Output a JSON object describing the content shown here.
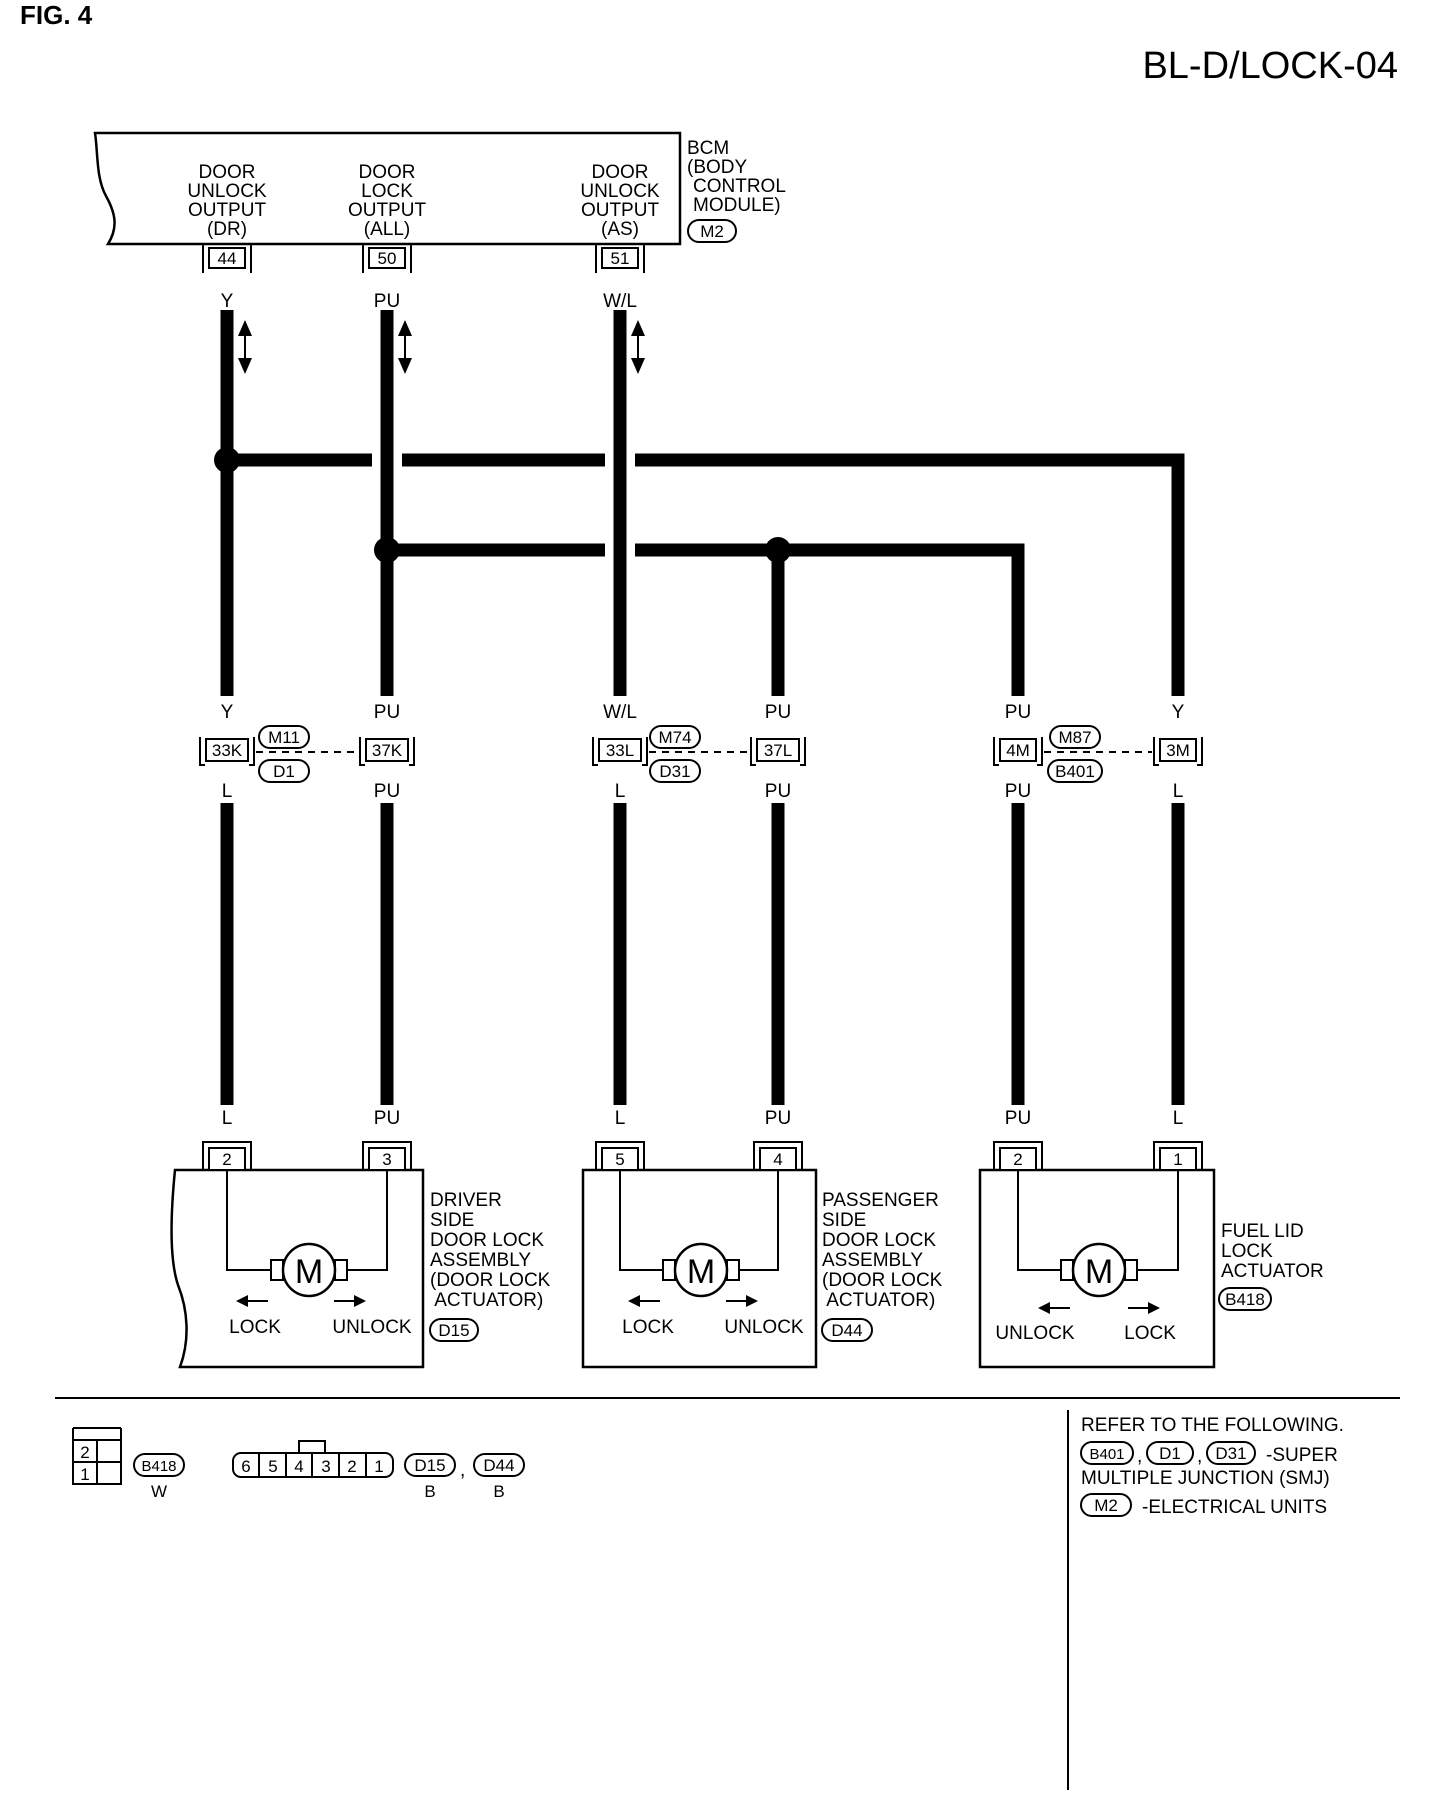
{
  "header": {
    "fig_label": "FIG. 4",
    "page_code": "BL-D/LOCK-04"
  },
  "bcm": {
    "title_lines": [
      "BCM",
      "(BODY",
      "CONTROL",
      "MODULE)"
    ],
    "connector": "M2",
    "terminals": [
      {
        "lines": [
          "DOOR",
          "UNLOCK",
          "OUTPUT",
          "(DR)"
        ],
        "pin": "44",
        "color": "Y"
      },
      {
        "lines": [
          "DOOR",
          "LOCK",
          "OUTPUT",
          "(ALL)"
        ],
        "pin": "50",
        "color": "PU"
      },
      {
        "lines": [
          "DOOR",
          "UNLOCK",
          "OUTPUT",
          "(AS)"
        ],
        "pin": "51",
        "color": "W/L"
      }
    ]
  },
  "junctions": [
    {
      "left_pin": "33K",
      "right_pin": "37K",
      "connector_top": "M11",
      "connector_bottom": "D1",
      "left_upper": "Y",
      "left_lower": "L",
      "right_upper": "PU",
      "right_lower": "PU"
    },
    {
      "left_pin": "33L",
      "right_pin": "37L",
      "connector_top": "M74",
      "connector_bottom": "D31",
      "left_upper": "W/L",
      "left_lower": "L",
      "right_upper": "PU",
      "right_lower": "PU"
    },
    {
      "left_pin": "4M",
      "right_pin": "3M",
      "connector_top": "M87",
      "connector_bottom": "B401",
      "left_upper": "PU",
      "left_lower": "PU",
      "right_upper": "Y",
      "right_lower": "L"
    }
  ],
  "actuators": [
    {
      "name_lines": [
        "DRIVER",
        "SIDE",
        "DOOR LOCK",
        "ASSEMBLY",
        "(DOOR LOCK",
        " ACTUATOR)"
      ],
      "connector": "D15",
      "pins": [
        "2",
        "3"
      ],
      "wire_colors": [
        "L",
        "PU"
      ],
      "motor": "M",
      "left_label": "LOCK",
      "right_label": "UNLOCK"
    },
    {
      "name_lines": [
        "PASSENGER",
        "SIDE",
        "DOOR LOCK",
        "ASSEMBLY",
        "(DOOR LOCK",
        " ACTUATOR)"
      ],
      "connector": "D44",
      "pins": [
        "5",
        "4"
      ],
      "wire_colors": [
        "L",
        "PU"
      ],
      "motor": "M",
      "left_label": "LOCK",
      "right_label": "UNLOCK"
    },
    {
      "name_lines": [
        "FUEL LID",
        "LOCK",
        "ACTUATOR"
      ],
      "connector": "B418",
      "pins": [
        "2",
        "1"
      ],
      "wire_colors": [
        "PU",
        "L"
      ],
      "motor": "M",
      "left_label": "UNLOCK",
      "right_label": "LOCK"
    }
  ],
  "legend": {
    "b418_pins": [
      "2",
      "1"
    ],
    "b418_connector": "B418",
    "b418_color": "W",
    "d_pins": [
      "6",
      "5",
      "4",
      "3",
      "2",
      "1"
    ],
    "d_connector_a": "D15",
    "d_connector_b": "D44",
    "d_color_a": "B",
    "d_color_b": "B",
    "separator": ","
  },
  "notes": {
    "heading": "REFER TO THE FOLLOWING.",
    "smj_connectors": [
      "B401",
      "D1",
      "D31"
    ],
    "smj_suffix": "-SUPER",
    "smj_line2": "MULTIPLE JUNCTION (SMJ)",
    "eu_connector": "M2",
    "eu_text": "-ELECTRICAL UNITS"
  }
}
